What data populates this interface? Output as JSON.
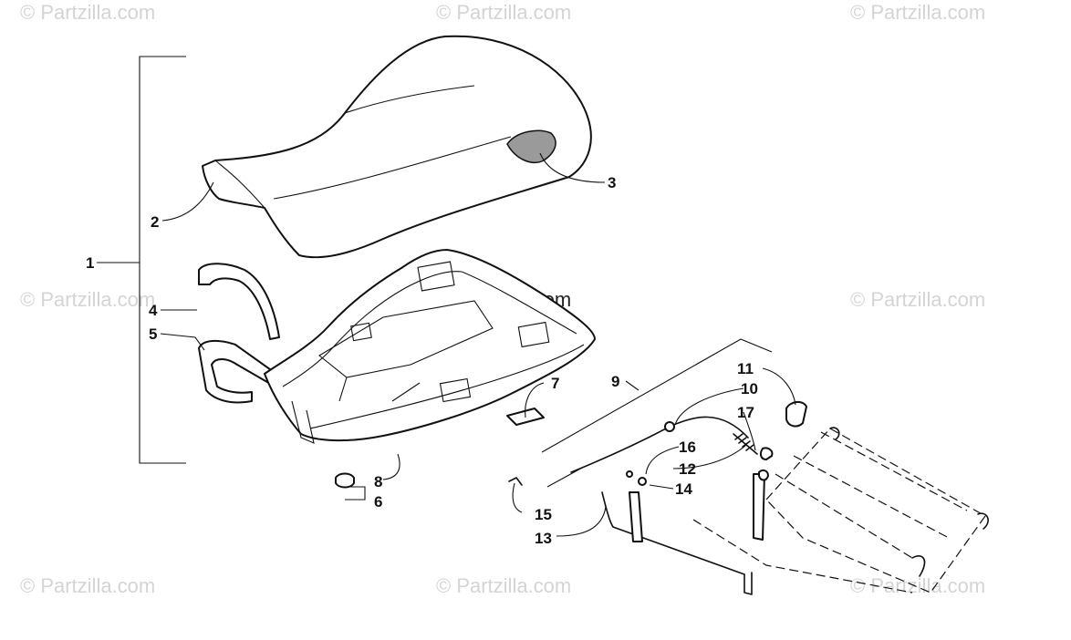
{
  "watermarks": {
    "top_left": "© Partzilla.com",
    "top_center": "© Partzilla.com",
    "top_right": "© Partzilla.com",
    "mid_left": "© Partzilla.com",
    "mid_center": "© Partzilla.com",
    "mid_right": "© Partzilla.com",
    "bottom_left": "© Partzilla.com",
    "bottom_center": "© Partzilla.com",
    "bottom_right": "© Partzilla.com"
  },
  "callouts": {
    "c1": "1",
    "c2": "2",
    "c3": "3",
    "c4": "4",
    "c5": "5",
    "c6": "6",
    "c7": "7",
    "c8": "8",
    "c9": "9",
    "c10": "10",
    "c11": "11",
    "c12": "12",
    "c13": "13",
    "c14": "14",
    "c15": "15",
    "c16": "16",
    "c17": "17"
  },
  "colors": {
    "line": "#111111",
    "watermark": "#d4d4d4",
    "fill_grey": "#9a9a9a"
  }
}
